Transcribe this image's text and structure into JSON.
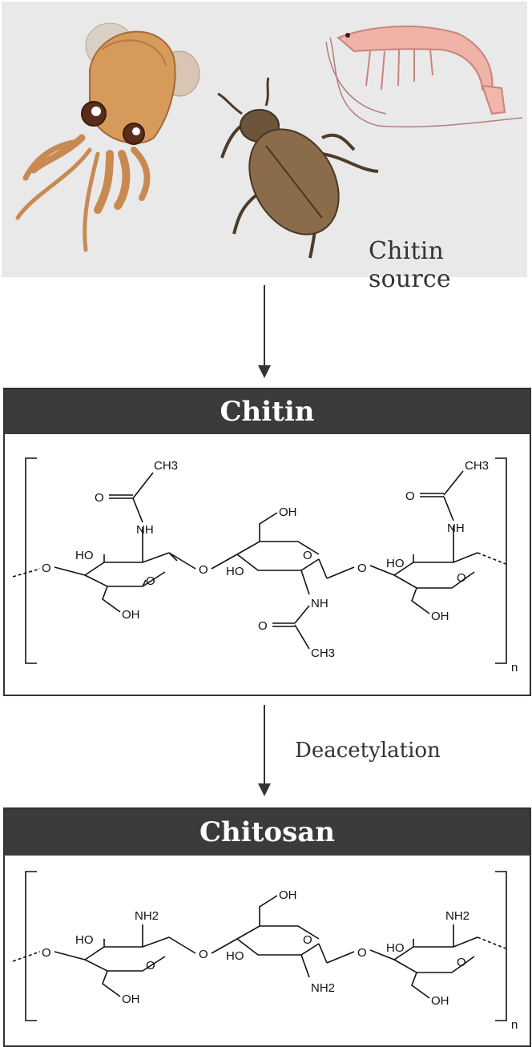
{
  "source": {
    "label": "Chitin source"
  },
  "chitin": {
    "title": "Chitin",
    "labels": {
      "ch3_left": "CH3",
      "o_left": "O",
      "nh_left": "NH",
      "ho_left": "HO",
      "o_ring_left": "O",
      "oh_left": "OH",
      "o_link_left": "O",
      "o_glyco1": "O",
      "oh_mid": "OH",
      "ho_mid": "HO",
      "o_ring_mid": "O",
      "nh_mid": "NH",
      "o_mid_acyl": "O",
      "ch3_mid": "CH3",
      "o_glyco2": "O",
      "ho_right": "HO",
      "o_ring_right": "O",
      "oh_right": "OH",
      "nh_right": "NH",
      "o_right_acyl": "O",
      "ch3_right": "CH3",
      "n": "n"
    }
  },
  "step": {
    "label": "Deacetylation"
  },
  "chitosan": {
    "title": "Chitosan",
    "labels": {
      "o_link_left": "O",
      "nh2_left": "NH2",
      "ho_left": "HO",
      "o_ring_left": "O",
      "oh_left": "OH",
      "o_glyco1": "O",
      "oh_mid": "OH",
      "ho_mid": "HO",
      "o_ring_mid": "O",
      "nh2_mid": "NH2",
      "o_glyco2": "O",
      "ho_right": "HO",
      "o_ring_right": "O",
      "oh_right": "OH",
      "nh2_right": "NH2",
      "n": "n"
    }
  },
  "colors": {
    "panel": "#e9e9ea",
    "header": "#3b3b3b",
    "bond": "#111111"
  }
}
